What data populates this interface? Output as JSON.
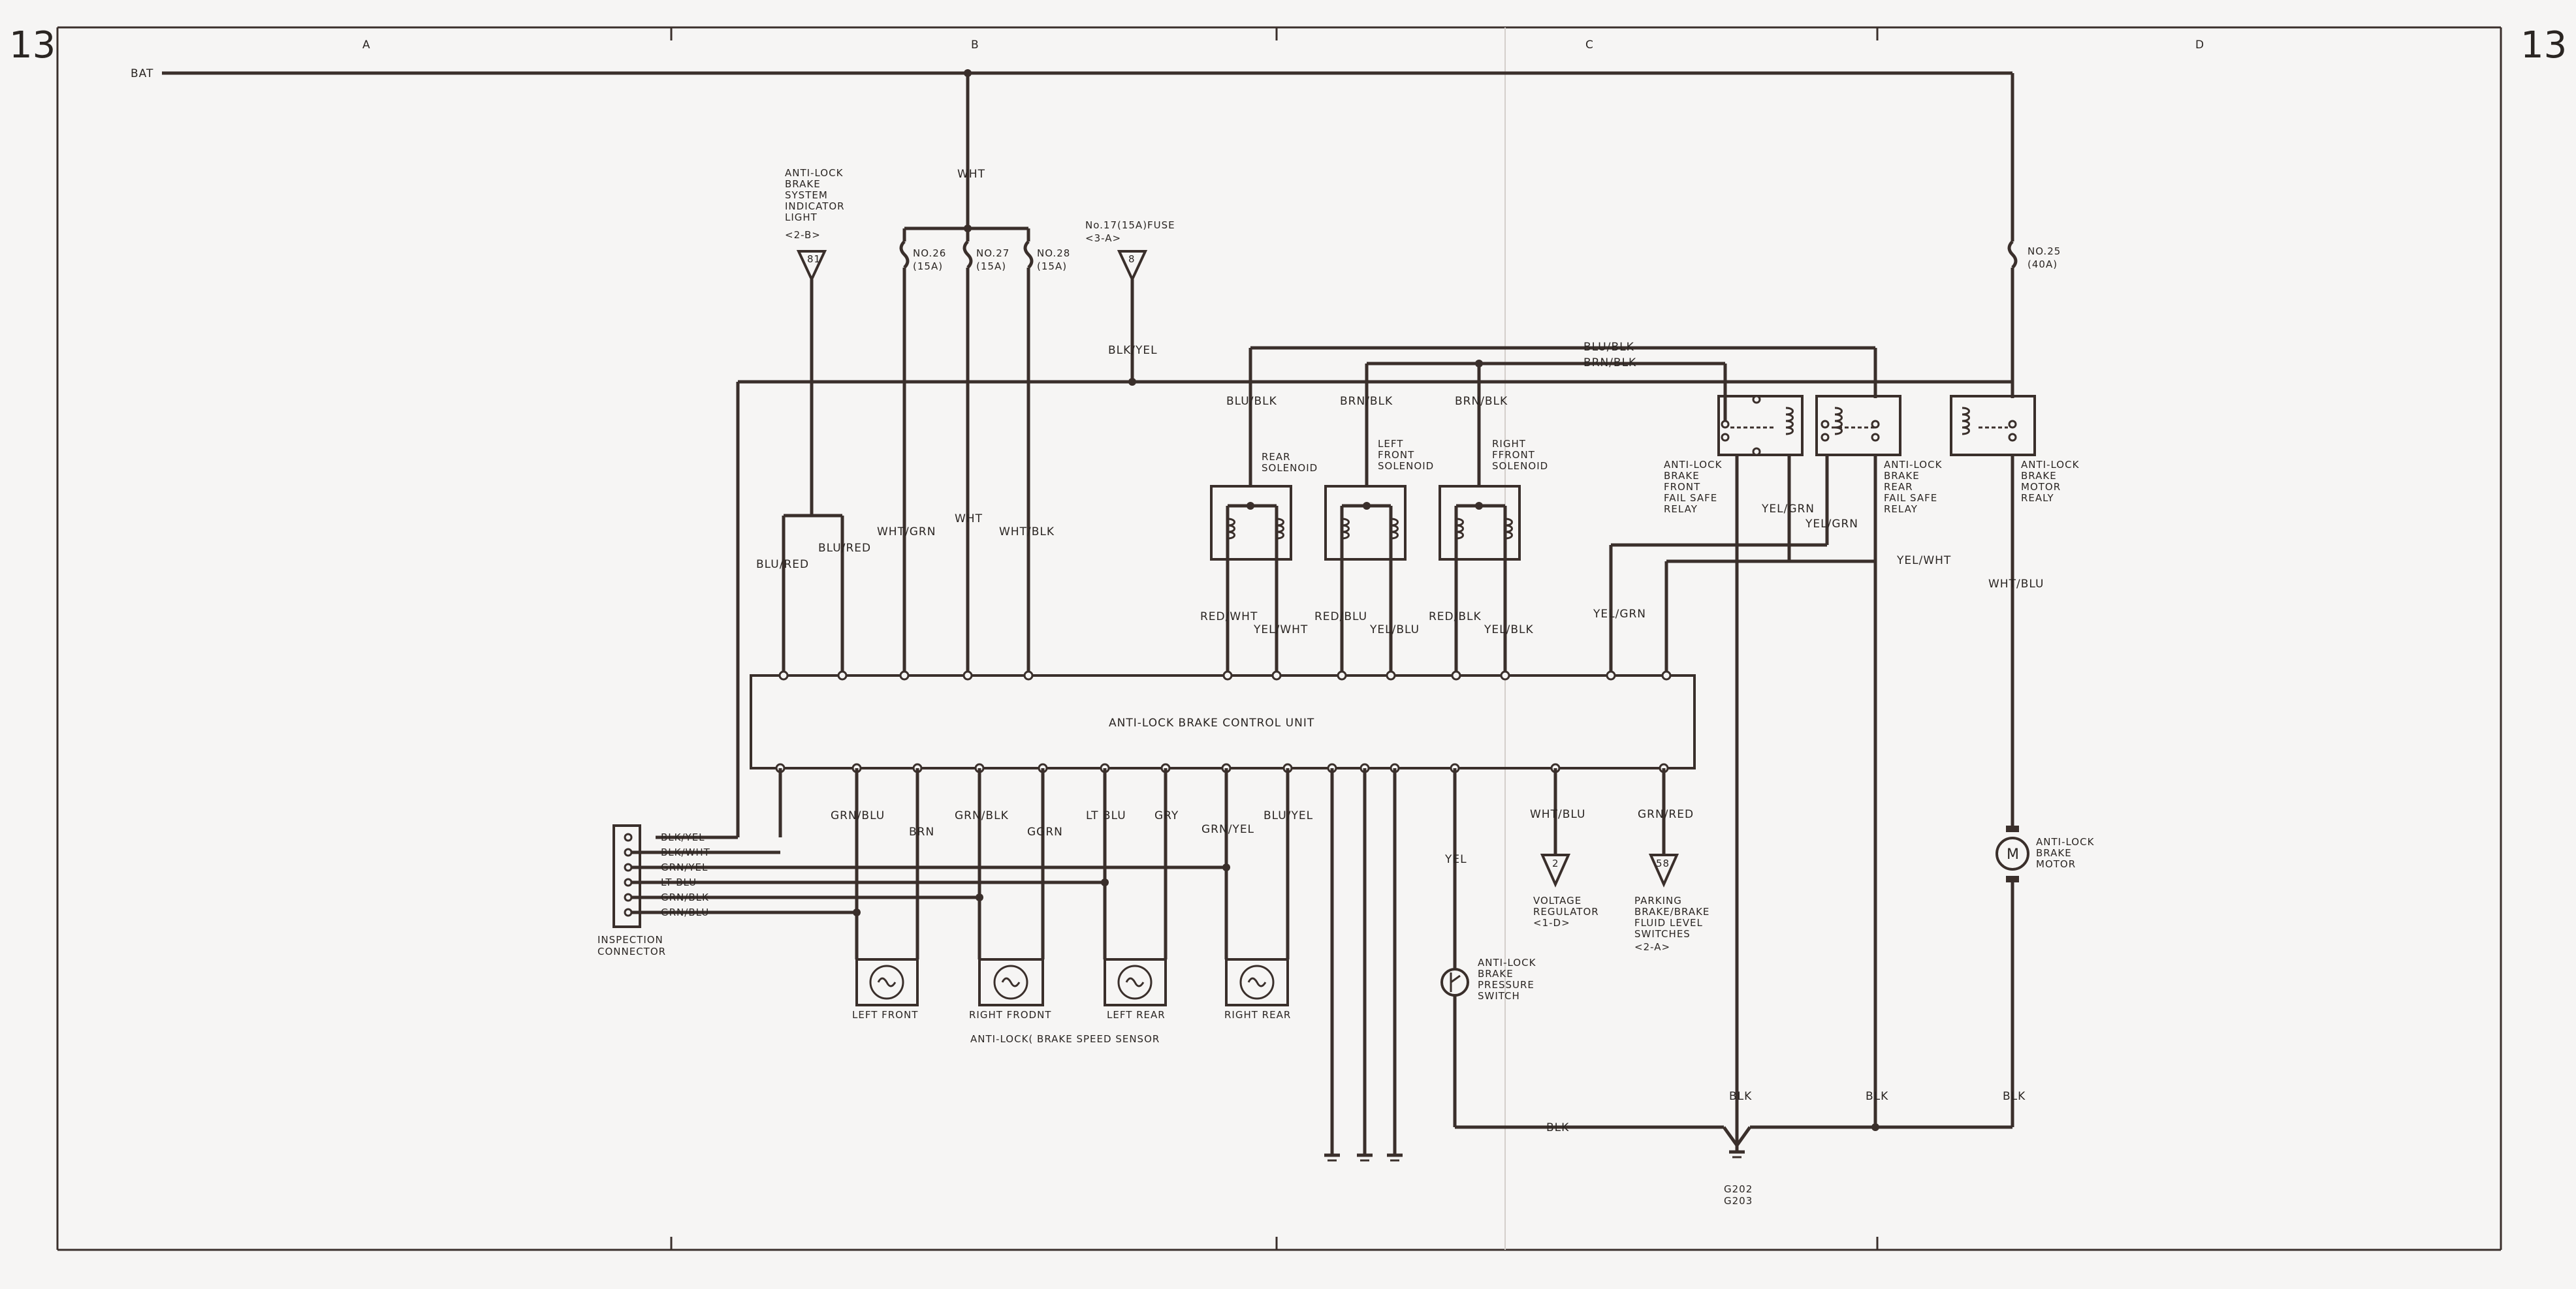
{
  "page": {
    "number_left": "13",
    "number_right": "13"
  },
  "grid": {
    "cols": [
      "A",
      "B",
      "C",
      "D"
    ]
  },
  "wire_labels": {
    "bat": "BAT",
    "wht_main": "WHT",
    "blk_yel": "BLK/YEL",
    "blu_blk_top": "BLU/BLK",
    "brn_blk_top": "BRN/BLK",
    "blu_blk_rear": "BLU/BLK",
    "brn_blk_left": "BRN/BLK",
    "brn_blk_right": "BRN/BLK",
    "blu_red_a": "BLU/RED",
    "blu_red_b": "BLU/RED",
    "wht_grn": "WHT/GRN",
    "wht_mid": "WHT",
    "wht_blk": "WHT/BLK",
    "red_wht": "RED/WHT",
    "yel_wht": "YEL/WHT",
    "red_blu": "RED/BLU",
    "yel_blu": "YEL/BLU",
    "red_blk": "RED/BLK",
    "yel_blk": "YEL/BLK",
    "yel_grn_cu": "YEL/GRN",
    "yel_grn_relay_a": "YEL/GRN",
    "yel_grn_relay_b": "YEL/GRN",
    "yel_wht_right": "YEL/WHT",
    "wht_blu_motor": "WHT/BLU",
    "grn_blu": "GRN/BLU",
    "brn": "BRN",
    "grn_blk": "GRN/BLK",
    "ggrn": "GGRN",
    "lt_blu": "LT BLU",
    "gry": "GRY",
    "grn_yel": "GRN/YEL",
    "blu_yel": "BLU/YEL",
    "yel": "YEL",
    "wht_blu_vr": "WHT/BLU",
    "grn_red": "GRN/RED",
    "blk_gnd": "BLK",
    "blk_a": "BLK",
    "blk_b": "BLK",
    "blk_c": "BLK"
  },
  "fuses": {
    "f26": [
      "NO.26",
      "(15A)"
    ],
    "f27": [
      "NO.27",
      "(15A)"
    ],
    "f28": [
      "NO.28",
      "(15A)"
    ],
    "f25": [
      "NO.25",
      "(40A)"
    ],
    "f17": [
      "No.17(15A)FUSE",
      "<3-A>"
    ]
  },
  "components": {
    "abs_light": [
      "ANTI-LOCK",
      "BRAKE",
      "SYSTEM",
      "INDICATOR",
      "LIGHT",
      "<2-B>"
    ],
    "abs_light_ref": "81",
    "fuse17_ref": "8",
    "rear_solenoid": [
      "REAR",
      "SOLENOID"
    ],
    "left_solenoid": [
      "LEFT",
      "FRONT",
      "SOLENOID"
    ],
    "right_solenoid": [
      "RIGHT",
      "FFRONT",
      "SOLENOID"
    ],
    "front_relay": [
      "ANTI-LOCK",
      "BRAKE",
      "FRONT",
      "FAIL SAFE",
      "RELAY"
    ],
    "rear_relay": [
      "ANTI-LOCK",
      "BRAKE",
      "REAR",
      "FAIL SAFE",
      "RELAY"
    ],
    "motor_relay": [
      "ANTI-LOCK",
      "BRAKE",
      "MOTOR",
      "REALY"
    ],
    "control_unit": "ANTI-LOCK BRAKE CONTROL UNIT",
    "inspection": [
      "INSPECTION",
      "CONNECTOR"
    ],
    "inspection_pins": [
      "BLK/YEL",
      "BLK/WHT",
      "GRN/YEL",
      "LT BLU",
      "GRN/BLK",
      "GRN/BLU"
    ],
    "voltage_reg": [
      "VOLTAGE",
      "REGULATOR",
      "<1-D>"
    ],
    "voltage_reg_ref": "2",
    "parking": [
      "PARKING",
      "BRAKE/BRAKE",
      "FLUID LEVEL",
      "SWITCHES",
      "<2-A>"
    ],
    "parking_ref": "58",
    "pressure_switch": [
      "ANTI-LOCK",
      "BRAKE",
      "PRESSURE",
      "SWITCH"
    ],
    "motor": [
      "ANTI-LOCK",
      "BRAKE",
      "MOTOR"
    ],
    "motor_symbol": "M",
    "sensor_lf": "LEFT FRONT",
    "sensor_rf": "RIGHT FRODNT",
    "sensor_lr": "LEFT REAR",
    "sensor_rr": "RIGHT REAR",
    "sensor_group": "ANTI-LOCK( BRAKE SPEED SENSOR",
    "ground": [
      "G202",
      "G203"
    ]
  }
}
